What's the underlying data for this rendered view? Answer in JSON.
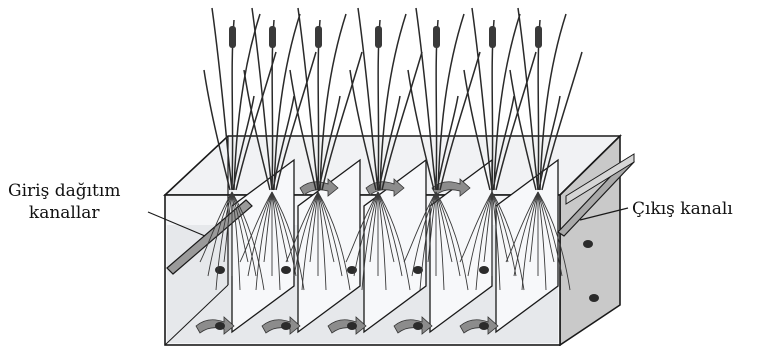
{
  "labels": {
    "inlet_line1": "Giriş dağıtım",
    "inlet_line2": "kanallar",
    "outlet": "Çıkış kanalı"
  },
  "cells": 6,
  "colors": {
    "outline": "#1a1a1a",
    "gravel": "#e9ebee",
    "front_face": "#f4f5f7",
    "side_face": "#c9c9c9",
    "arrow": "#8c8c8c",
    "plants": "#2a2a2a"
  }
}
